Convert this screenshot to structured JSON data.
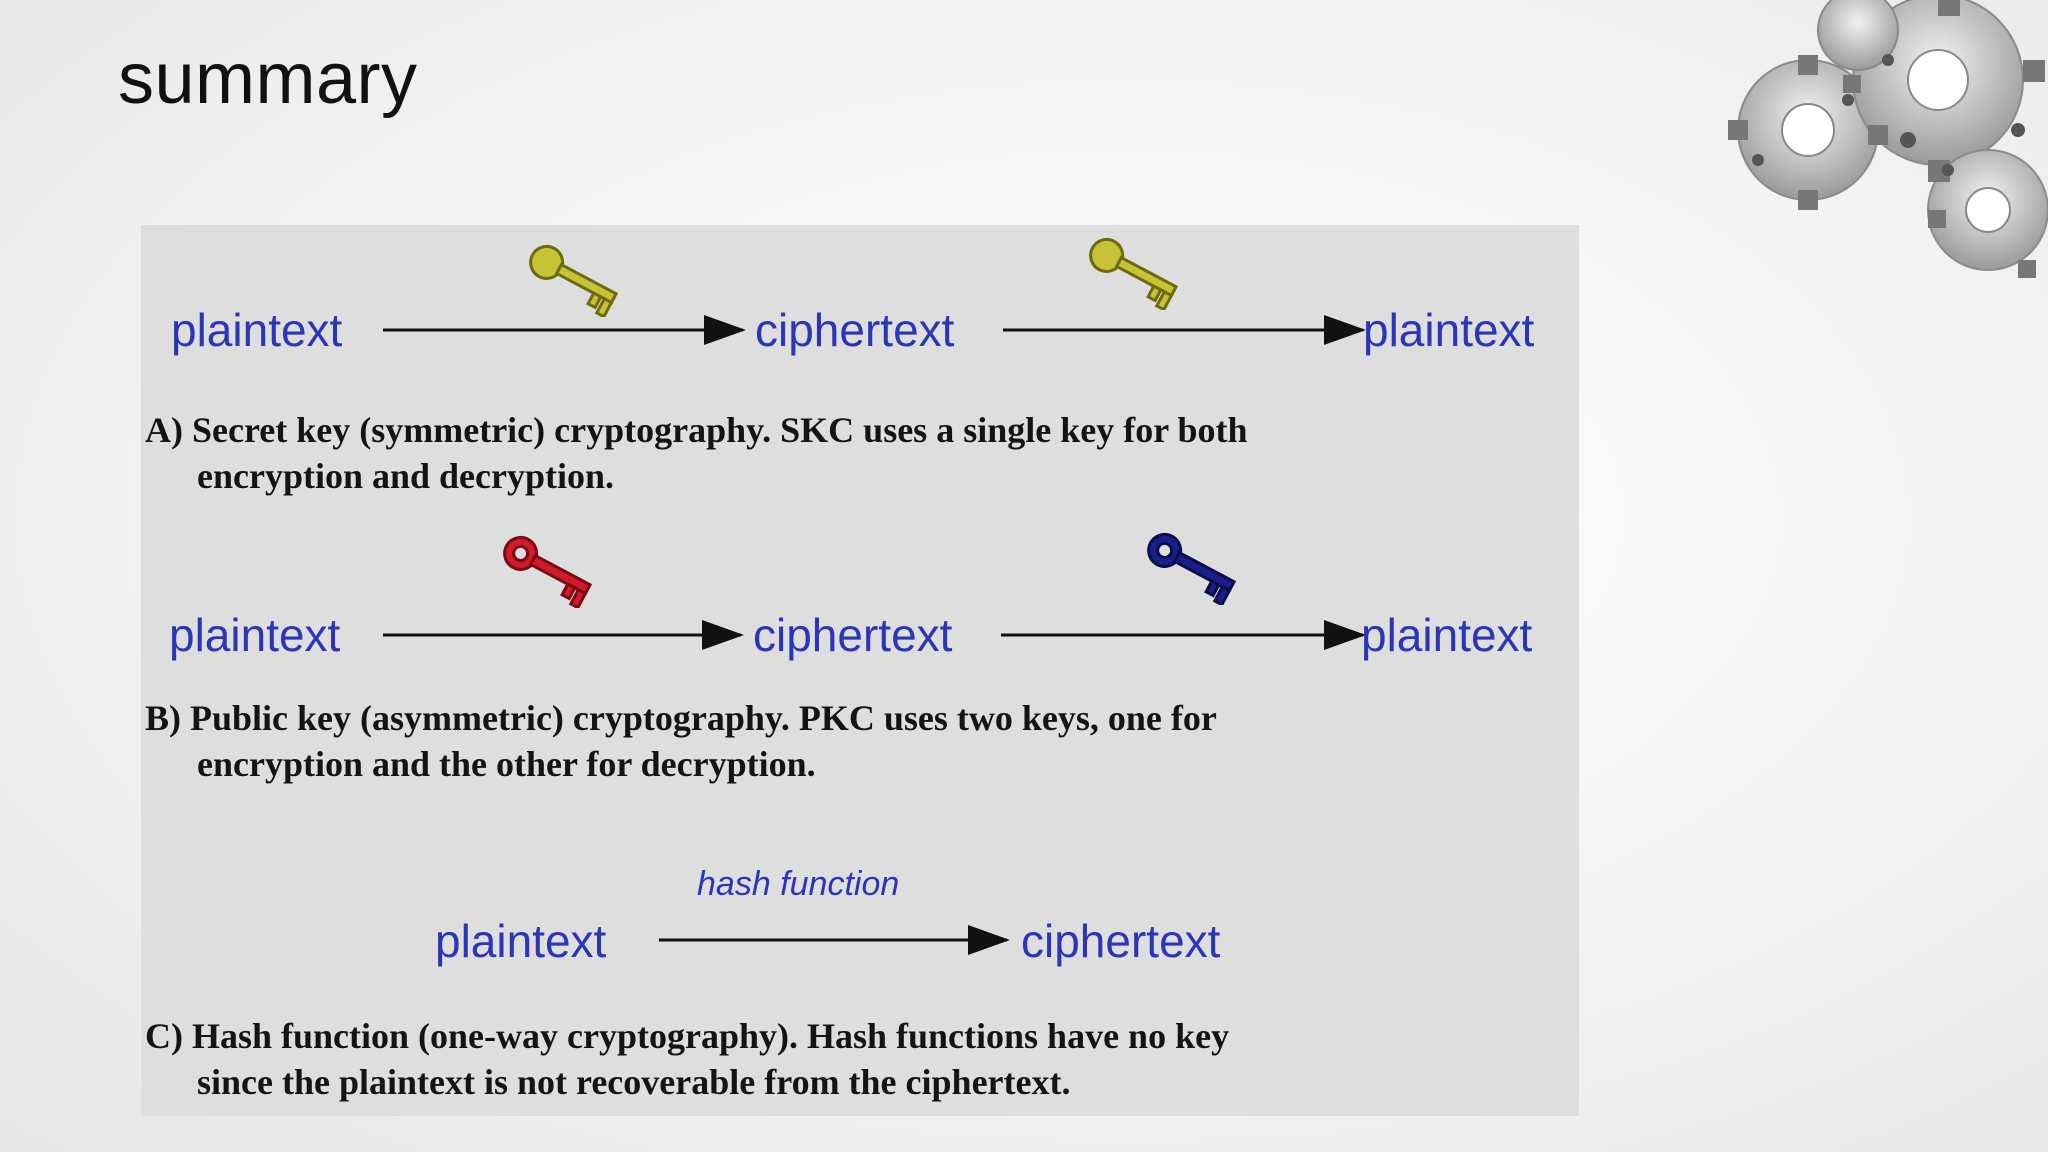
{
  "slide": {
    "title": "summary"
  },
  "section_a": {
    "labels": [
      "plaintext",
      "ciphertext",
      "plaintext"
    ],
    "caption_line1": "A) Secret key (symmetric) cryptography. SKC uses a single key for both",
    "caption_line2": "encryption and decryption.",
    "key_colors": [
      "#c8c236",
      "#c8c236"
    ]
  },
  "section_b": {
    "labels": [
      "plaintext",
      "ciphertext",
      "plaintext"
    ],
    "caption_line1": "B) Public key (asymmetric) cryptography. PKC uses two keys, one for",
    "caption_line2": "encryption and the other for decryption.",
    "key_colors": [
      "#d11a2a",
      "#1a1f8a"
    ]
  },
  "section_c": {
    "labels": [
      "plaintext",
      "ciphertext"
    ],
    "arrow_label": "hash function",
    "caption_line1": "C) Hash function (one-way cryptography). Hash functions have no key",
    "caption_line2": "since the plaintext is not recoverable from the ciphertext."
  },
  "colors": {
    "flow_text": "#2a35b8",
    "panel_bg": "#dedede"
  },
  "icons": [
    "gears-decoration",
    "key-icon"
  ]
}
